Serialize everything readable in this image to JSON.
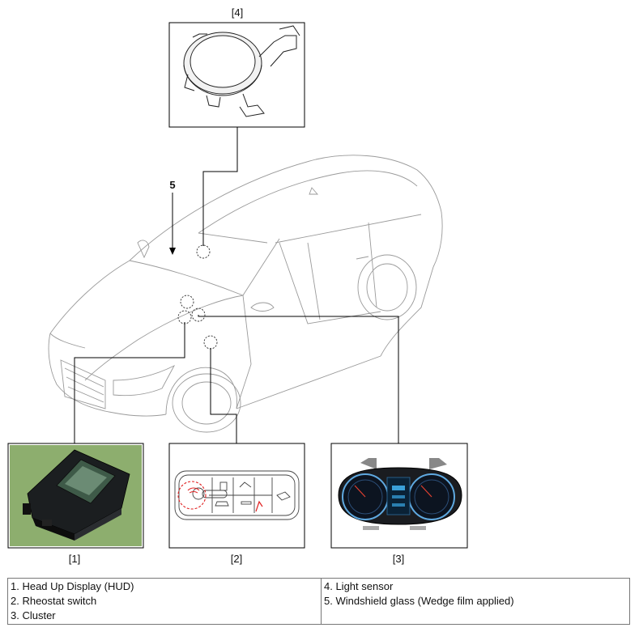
{
  "labels": {
    "callout_1": "[1]",
    "callout_2": "[2]",
    "callout_3": "[3]",
    "callout_4": "[4]",
    "windshield_marker": "5"
  },
  "legend": {
    "left": [
      "1. Head Up Display (HUD)",
      "2. Rheostat switch",
      "3. Cluster"
    ],
    "right": [
      "4. Light sensor",
      "5. Windshield glass (Wedge film applied)"
    ]
  }
}
